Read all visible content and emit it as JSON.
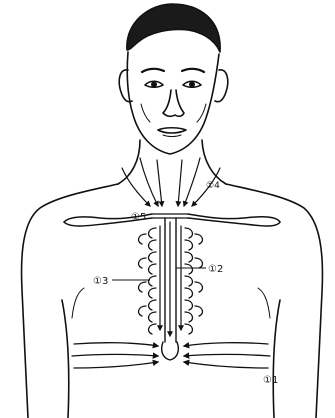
{
  "colors": {
    "ink": "#111111",
    "paper": "#ffffff"
  },
  "labels": {
    "step1": "①1",
    "step2": "①2",
    "step3": "①3",
    "step4": "①4",
    "step5": "①5"
  }
}
